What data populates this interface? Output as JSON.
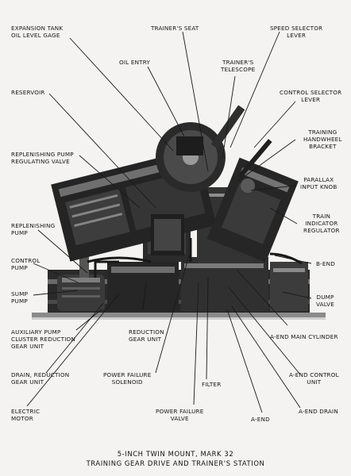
{
  "labels": {
    "expansion_tank": [
      "EXPANSION TANK",
      "OIL LEVEL GAGE"
    ],
    "trainers_seat": [
      "TRAINER'S SEAT"
    ],
    "speed_selector": [
      "SPEED SELECTOR",
      "LEVER"
    ],
    "oil_entry": [
      "OIL ENTRY"
    ],
    "trainers_telescope": [
      "TRAINER'S",
      "TELESCOPE"
    ],
    "reservoir": [
      "RESERVOIR"
    ],
    "control_selector": [
      "CONTROL SELECTOR",
      "LEVER"
    ],
    "training_handwheel": [
      "TRAINING",
      "HANDWHEEL",
      "BRACKET"
    ],
    "replenishing_valve": [
      "REPLENISHING PUMP",
      "REGULATING VALVE"
    ],
    "parallax_knob": [
      "PARALLAX",
      "INPUT KNOB"
    ],
    "train_indicator": [
      "TRAIN",
      "INDICATOR",
      "REGULATOR"
    ],
    "replenishing_pump": [
      "REPLENISHING",
      "PUMP"
    ],
    "b_end": [
      "B-END"
    ],
    "control_pump": [
      "CONTROL",
      "PUMP"
    ],
    "sump_pump": [
      "SUMP",
      "PUMP"
    ],
    "dump_valve": [
      "DUMP",
      "VALVE"
    ],
    "auxiliary_pump": [
      "AUXILIARY PUMP",
      "CLUSTER REDUCTION",
      "GEAR UNIT"
    ],
    "reduction_gear": [
      "REDUCTION",
      "GEAR UNIT"
    ],
    "a_end_cylinder": [
      "A-END MAIN CYLINDER"
    ],
    "drain_reduction": [
      "DRAIN, REDUCTION",
      "GEAR UNIT"
    ],
    "power_failure_solenoid": [
      "POWER FAILURE",
      "SOLENOID"
    ],
    "filter": [
      "FILTER"
    ],
    "a_end_control": [
      "A-END CONTROL",
      "UNIT"
    ],
    "electric_motor": [
      "ELECTRIC",
      "MOTOR"
    ],
    "power_failure_valve": [
      "POWER FAILURE",
      "VALVE"
    ],
    "a_end_drain": [
      "A-END DRAIN"
    ],
    "a_end": [
      "A-END"
    ]
  },
  "caption": {
    "line1": "5-INCH TWIN MOUNT, MARK 32",
    "line2": "TRAINING GEAR DRIVE AND TRAINER'S STATION"
  }
}
